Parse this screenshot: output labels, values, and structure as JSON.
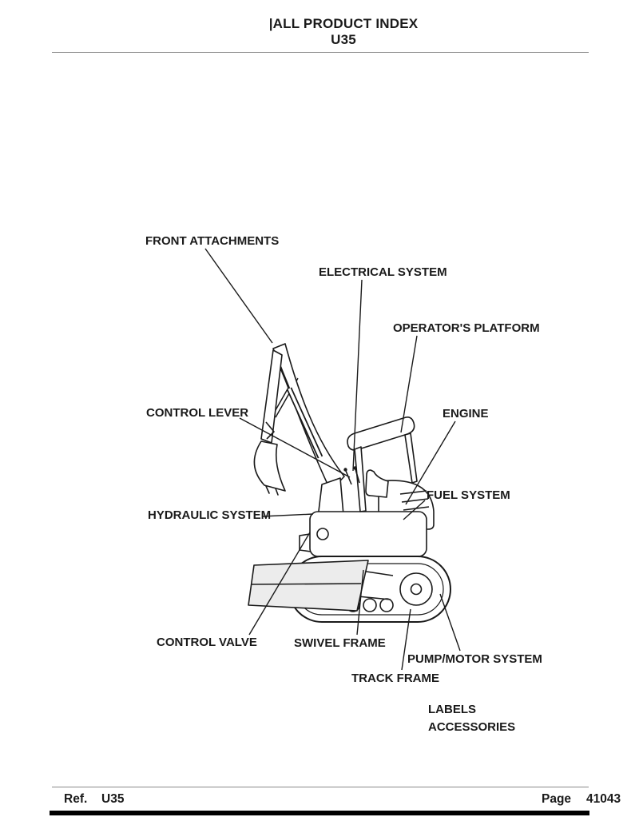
{
  "header": {
    "title": "|ALL PRODUCT INDEX",
    "model": "U35"
  },
  "diagram": {
    "machine": "mini-excavator-line-drawing",
    "labels": [
      {
        "id": "front-attachments",
        "text": "FRONT ATTACHMENTS"
      },
      {
        "id": "electrical-system",
        "text": "ELECTRICAL SYSTEM"
      },
      {
        "id": "operators-platform",
        "text": "OPERATOR'S PLATFORM"
      },
      {
        "id": "control-lever",
        "text": "CONTROL LEVER"
      },
      {
        "id": "engine",
        "text": "ENGINE"
      },
      {
        "id": "fuel-system",
        "text": "FUEL SYSTEM"
      },
      {
        "id": "hydraulic-system",
        "text": "HYDRAULIC SYSTEM"
      },
      {
        "id": "control-valve",
        "text": "CONTROL VALVE"
      },
      {
        "id": "swivel-frame",
        "text": "SWIVEL FRAME"
      },
      {
        "id": "pump-motor-system",
        "text": "PUMP/MOTOR SYSTEM"
      },
      {
        "id": "track-frame",
        "text": "TRACK FRAME"
      },
      {
        "id": "labels",
        "text": "LABELS"
      },
      {
        "id": "accessories",
        "text": "ACCESSORIES"
      }
    ]
  },
  "footer": {
    "ref_label": "Ref.",
    "ref_value": "U35",
    "page_label": "Page",
    "page_value": "41043"
  },
  "colors": {
    "ink": "#1a1a1a",
    "rule_gray": "#8a8a8a",
    "paper": "#ffffff"
  }
}
